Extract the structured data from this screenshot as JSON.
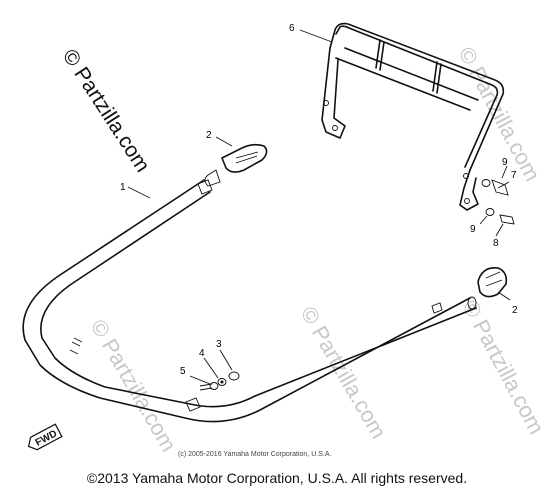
{
  "watermarks": {
    "left": "© Partzilla.com",
    "right_top": "© Partzilla.com",
    "right_bottom": "© Partzilla.com",
    "faint_left": "© Partzilla.com",
    "faint_bottom": "© Partzilla.com"
  },
  "callouts": [
    {
      "id": "c1",
      "label": "1"
    },
    {
      "id": "c2a",
      "label": "2"
    },
    {
      "id": "c2b",
      "label": "2"
    },
    {
      "id": "c3",
      "label": "3"
    },
    {
      "id": "c4",
      "label": "4"
    },
    {
      "id": "c5",
      "label": "5"
    },
    {
      "id": "c6",
      "label": "6"
    },
    {
      "id": "c7",
      "label": "7"
    },
    {
      "id": "c8",
      "label": "8"
    },
    {
      "id": "c9a",
      "label": "9"
    },
    {
      "id": "c9b",
      "label": "9"
    }
  ],
  "direction_tag": "FWD",
  "inner_copyright": "(c) 2005-2016 Yamaha Motor Corporation, U.S.A.",
  "footer_copyright": "©2013 Yamaha Motor Corporation, U.S.A. All rights reserved."
}
